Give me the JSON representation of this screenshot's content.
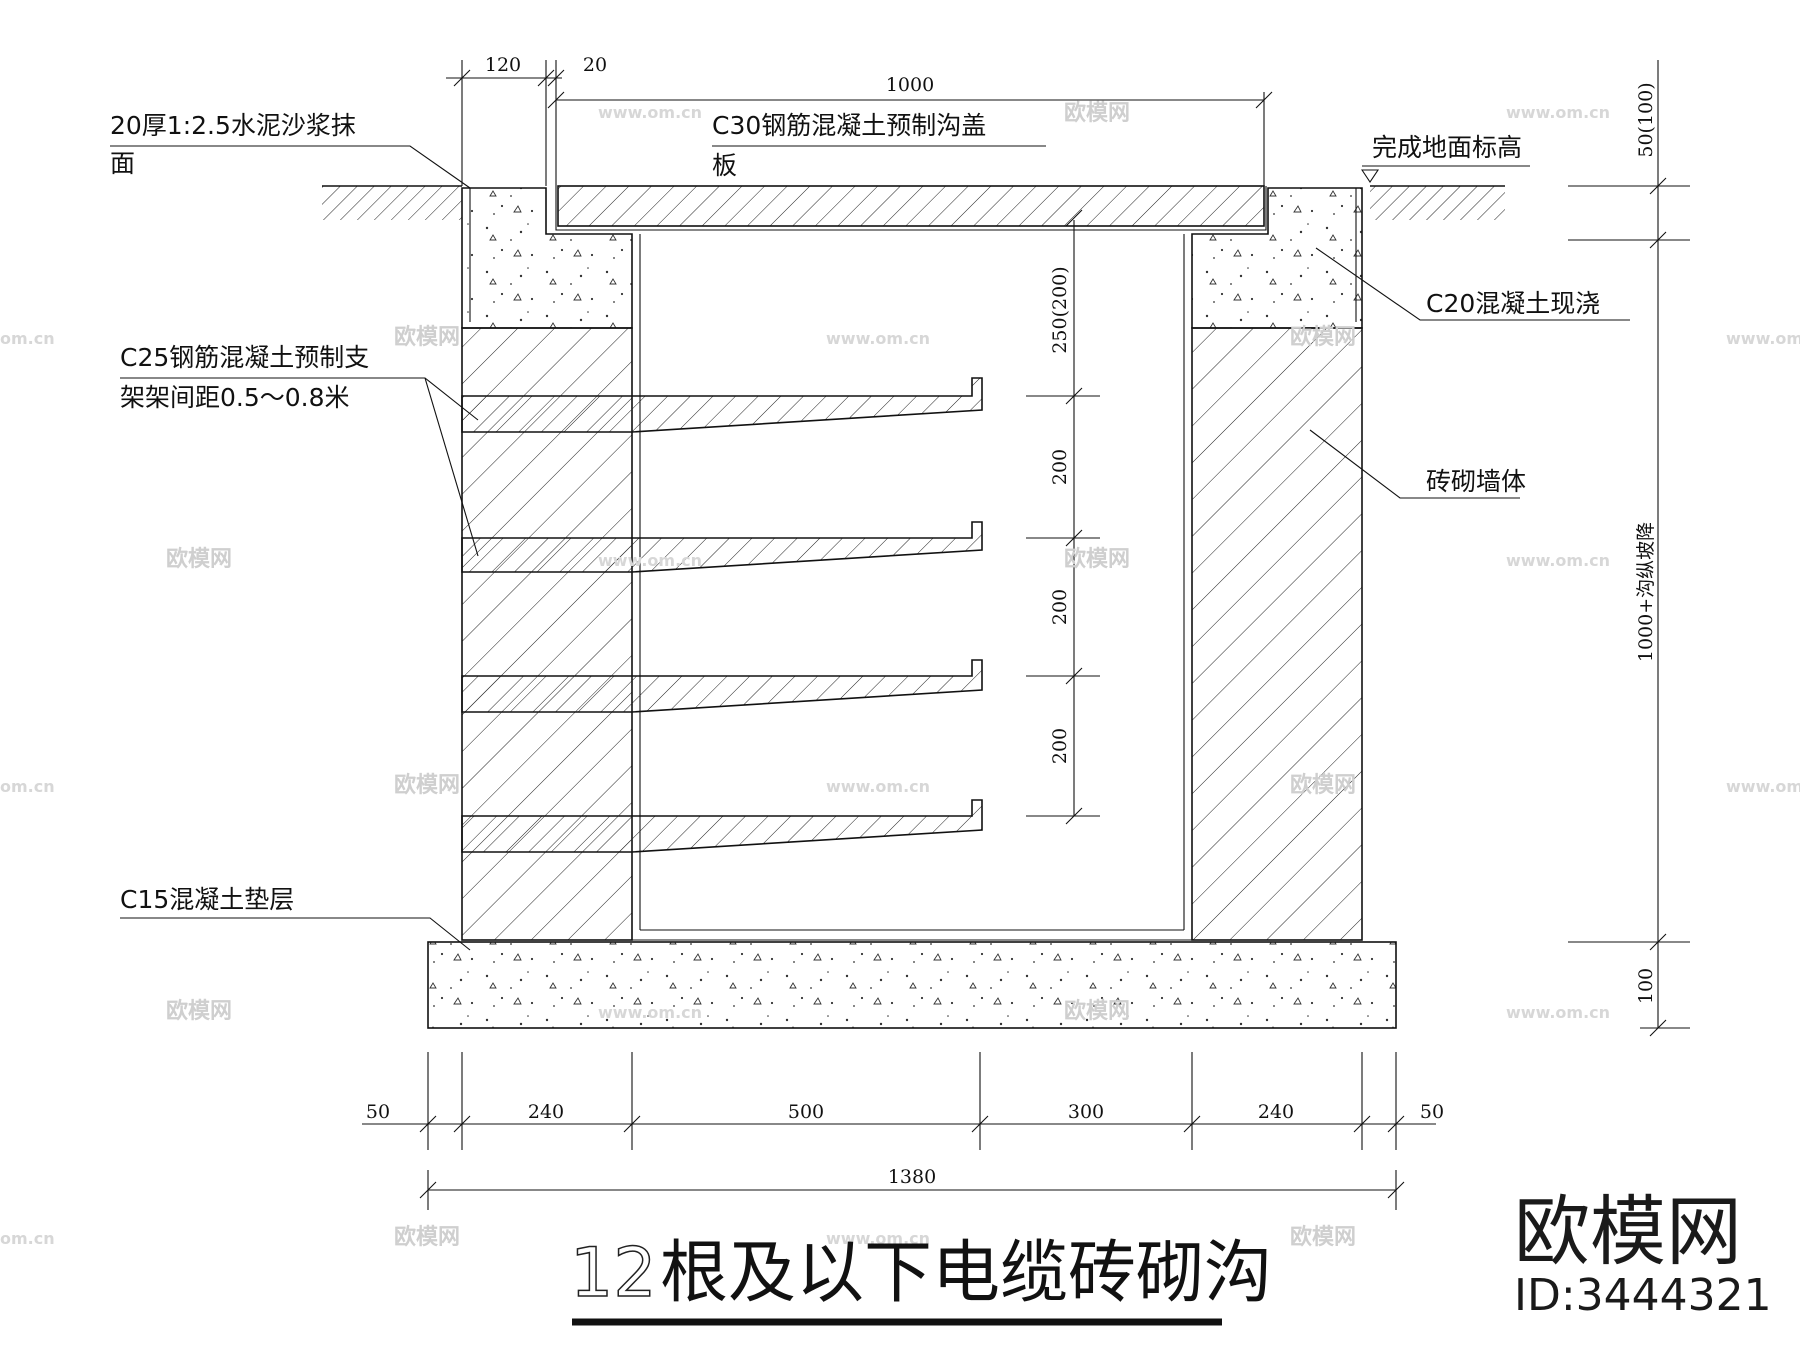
{
  "title": {
    "number": "12",
    "text": "根及以下电缆砖砌沟"
  },
  "brand": {
    "name": "欧模网",
    "id": "ID:3444321"
  },
  "watermarks": {
    "cn": "欧模网",
    "url": "www.om.cn",
    "url_cut": "om.cn",
    "url_cut_right": "www.om.cn"
  },
  "labels": {
    "plaster": "20厚1:2.5水泥沙浆抹",
    "plaster_line2": "面",
    "cover_slab": "C30钢筋混凝土预制沟盖",
    "cover_slab_line2": "板",
    "finished_ground": "完成地面标高",
    "cast_concrete": "C20混凝土现浇",
    "bracket": "C25钢筋混凝土预制支",
    "bracket_line2": "架架间距0.5～0.8米",
    "brick_wall": "砖砌墙体",
    "cushion": "C15混凝土垫层"
  },
  "dimensions": {
    "top_120": "120",
    "top_20": "20",
    "top_1000": "1000",
    "bottom": [
      "50",
      "240",
      "500",
      "300",
      "240",
      "50"
    ],
    "bottom_total": "1380",
    "vertical_inner": [
      "250(200)",
      "200",
      "200",
      "200"
    ],
    "right_top": "50(100)",
    "right_mid": "1000+沟纵坡降",
    "right_bottom": "100"
  }
}
